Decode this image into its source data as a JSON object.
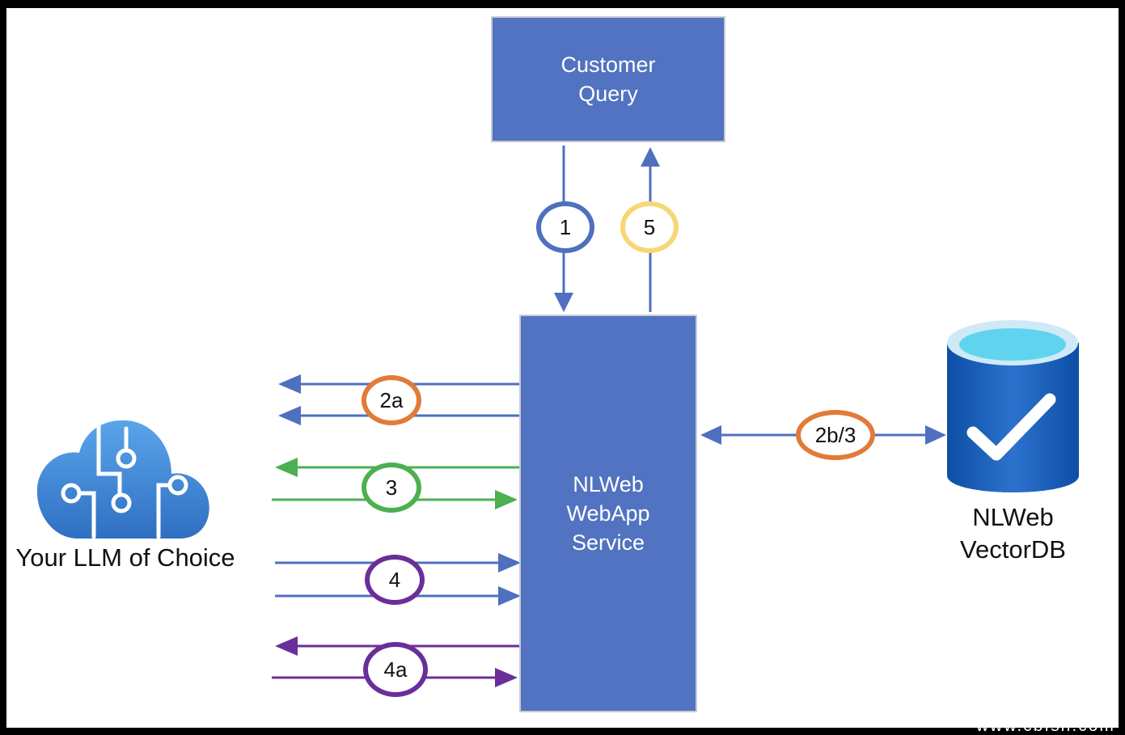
{
  "boxes": {
    "customer_query": [
      "Customer",
      "Query"
    ],
    "webapp_service": [
      "NLWeb",
      "WebApp",
      "Service"
    ]
  },
  "steps": {
    "s1": "1",
    "s5": "5",
    "s2a": "2a",
    "s3": "3",
    "s4": "4",
    "s4a": "4a",
    "s2b3": "2b/3"
  },
  "labels": {
    "llm": "Your LLM of Choice",
    "vectordb": [
      "NLWeb",
      "VectorDB"
    ]
  },
  "watermark": "www.cbfsh.com",
  "icons": {
    "llm": "cloud-circuit-icon",
    "vectordb": "database-check-icon"
  },
  "colors": {
    "box_fill": "#5173c1",
    "blue": "#4f6fbf",
    "orange": "#e07b39",
    "green": "#4caf50",
    "yellow": "#f7d774",
    "purple": "#6a2e9a",
    "cloud": "#4a8fd6",
    "db": "#1a5fb4",
    "db_top": "#7fe3f5"
  }
}
